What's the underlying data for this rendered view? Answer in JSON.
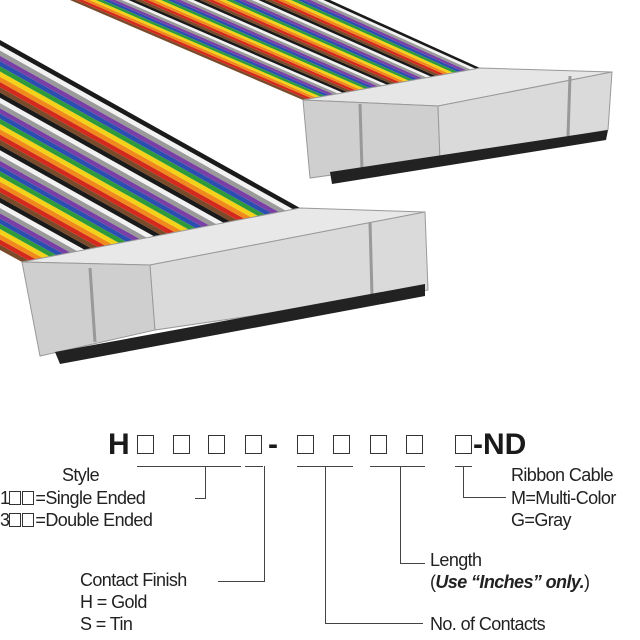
{
  "part_number": {
    "prefix": "H",
    "dash": "-",
    "suffix": "-ND"
  },
  "style": {
    "title": "Style",
    "single_code": "1",
    "single": "=Single Ended",
    "double_code": "3",
    "double": "=Double Ended"
  },
  "contact_finish": {
    "title": "Contact Finish",
    "gold": "H = Gold",
    "tin": "S = Tin"
  },
  "contacts": {
    "title": "No. of Contacts"
  },
  "length": {
    "title": "Length",
    "note_open": "(",
    "note": "Use “Inches” only.",
    "note_close": ")"
  },
  "ribbon": {
    "title": "Ribbon Cable",
    "multi": "M=Multi-Color",
    "gray": "G=Gray"
  },
  "colors": {
    "stripes": [
      "#7a4b2a",
      "#d42a1e",
      "#f08a1c",
      "#f4d21a",
      "#2e9a3a",
      "#2a4fb0",
      "#7a3fa6",
      "#9a9a9a",
      "#f2f2f2",
      "#1a1a1a"
    ],
    "connector": "#d9d9d9"
  }
}
